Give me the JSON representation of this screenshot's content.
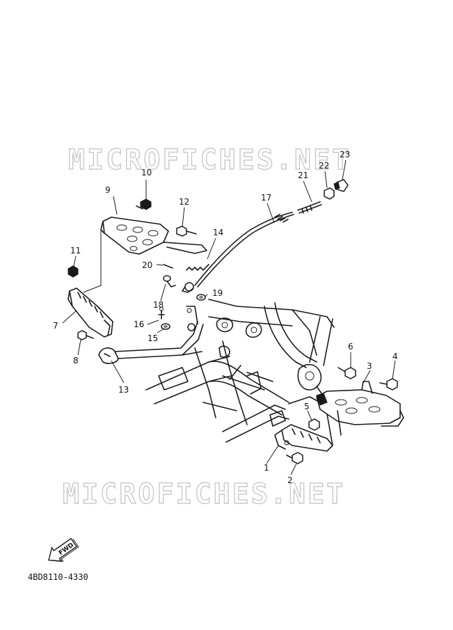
{
  "watermark_text": "MICROFICHES.NET",
  "diagram_code": "4BD8110-4330",
  "fwd_label": "FWD",
  "callouts": [
    {
      "id": "1",
      "label": "1"
    },
    {
      "id": "2",
      "label": "2"
    },
    {
      "id": "3",
      "label": "3"
    },
    {
      "id": "4",
      "label": "4"
    },
    {
      "id": "5",
      "label": "5"
    },
    {
      "id": "6",
      "label": "6"
    },
    {
      "id": "7",
      "label": "7"
    },
    {
      "id": "8",
      "label": "8"
    },
    {
      "id": "9",
      "label": "9"
    },
    {
      "id": "10",
      "label": "10"
    },
    {
      "id": "11",
      "label": "11"
    },
    {
      "id": "12",
      "label": "12"
    },
    {
      "id": "13",
      "label": "13"
    },
    {
      "id": "14",
      "label": "14"
    },
    {
      "id": "15",
      "label": "15"
    },
    {
      "id": "16",
      "label": "16"
    },
    {
      "id": "17",
      "label": "17"
    },
    {
      "id": "18",
      "label": "18"
    },
    {
      "id": "19",
      "label": "19"
    },
    {
      "id": "20",
      "label": "20"
    },
    {
      "id": "21",
      "label": "21"
    },
    {
      "id": "22",
      "label": "22"
    },
    {
      "id": "23",
      "label": "23"
    }
  ]
}
